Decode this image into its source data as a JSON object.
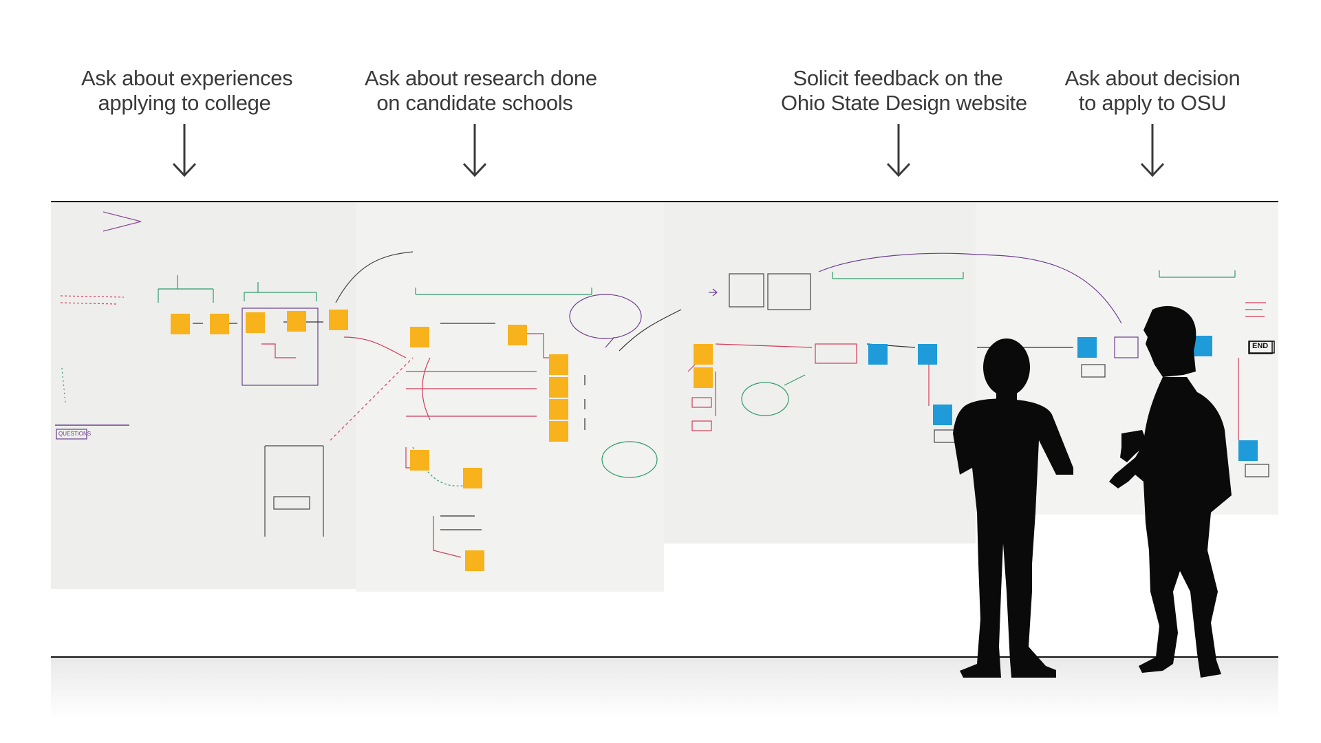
{
  "captions": [
    {
      "line1": "Ask about experiences",
      "line2": "applying to college"
    },
    {
      "line1": "Ask about research done",
      "line2": "on candidate schools"
    },
    {
      "line1": "Solicit feedback on the",
      "line2": "Ohio State Design website"
    },
    {
      "line1": "Ask about decision",
      "line2": "to apply to OSU"
    }
  ],
  "whiteboard": {
    "end_label": "END",
    "questions_label": "QUESTIONS"
  },
  "colors": {
    "caption_text": "#3a3a3a",
    "arrow": "#3a3a3a",
    "whiteboard": "#eeeeec",
    "sticky_yellow": "#f7b21c",
    "sticky_blue": "#1e9bd8",
    "marker_green": "#2e9a6a",
    "marker_red": "#d23a5a",
    "marker_purple": "#6a3d8f",
    "silhouette": "#0a0a0a",
    "floor_line": "#111111"
  },
  "icons": [
    "down-arrow-icon",
    "person-silhouette"
  ]
}
